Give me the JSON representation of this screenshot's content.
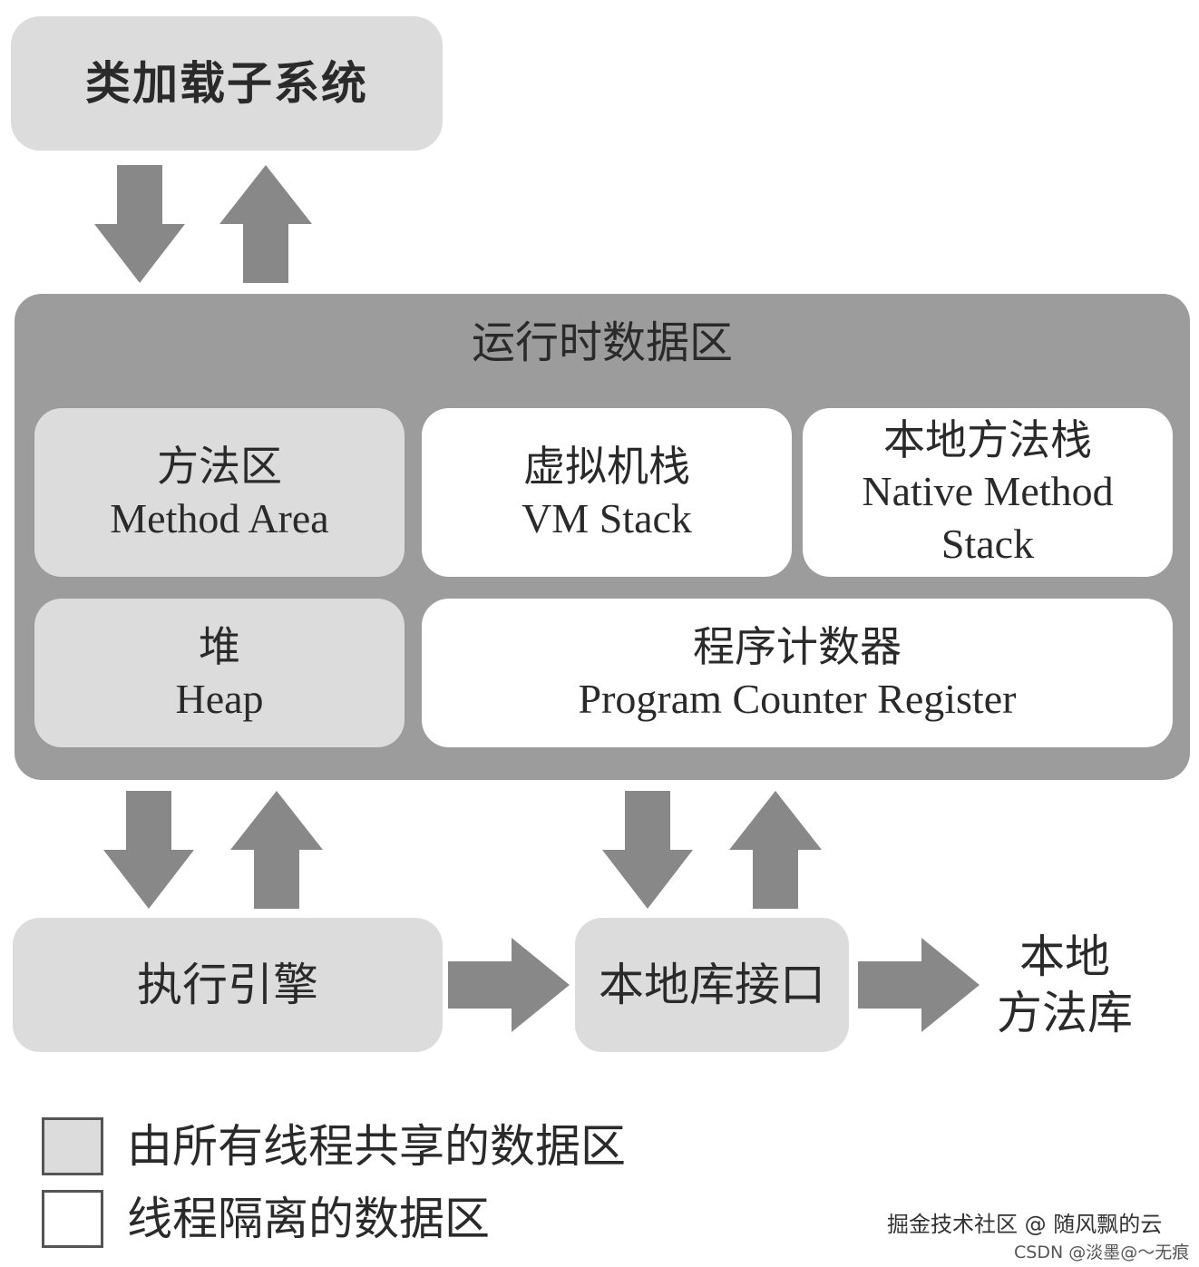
{
  "class_loader": {
    "title": "类加载子系统"
  },
  "runtime_area": {
    "title": "运行时数据区",
    "method_area": {
      "zh": "方法区",
      "en": "Method Area"
    },
    "vm_stack": {
      "zh": "虚拟机栈",
      "en": "VM Stack"
    },
    "native_stack": {
      "zh": "本地方法栈",
      "en_line1": "Native Method",
      "en_line2": "Stack"
    },
    "heap": {
      "zh": "堆",
      "en": "Heap"
    },
    "pc_register": {
      "zh": "程序计数器",
      "en": "Program Counter Register"
    }
  },
  "execution_engine": {
    "title": "执行引擎"
  },
  "native_interface": {
    "title": "本地库接口"
  },
  "native_library": {
    "line1": "本地",
    "line2": "方法库"
  },
  "legend": {
    "shared": "由所有线程共享的数据区",
    "isolated": "线程隔离的数据区"
  },
  "watermark": {
    "juejin": "掘金技术社区 @ 随风飘的云",
    "csdn": "CSDN @淡墨@～无痕"
  },
  "colors": {
    "shared": "#dcdcdc",
    "private": "#ffffff",
    "runtime_bg": "#9c9c9c",
    "arrow": "#888888"
  }
}
